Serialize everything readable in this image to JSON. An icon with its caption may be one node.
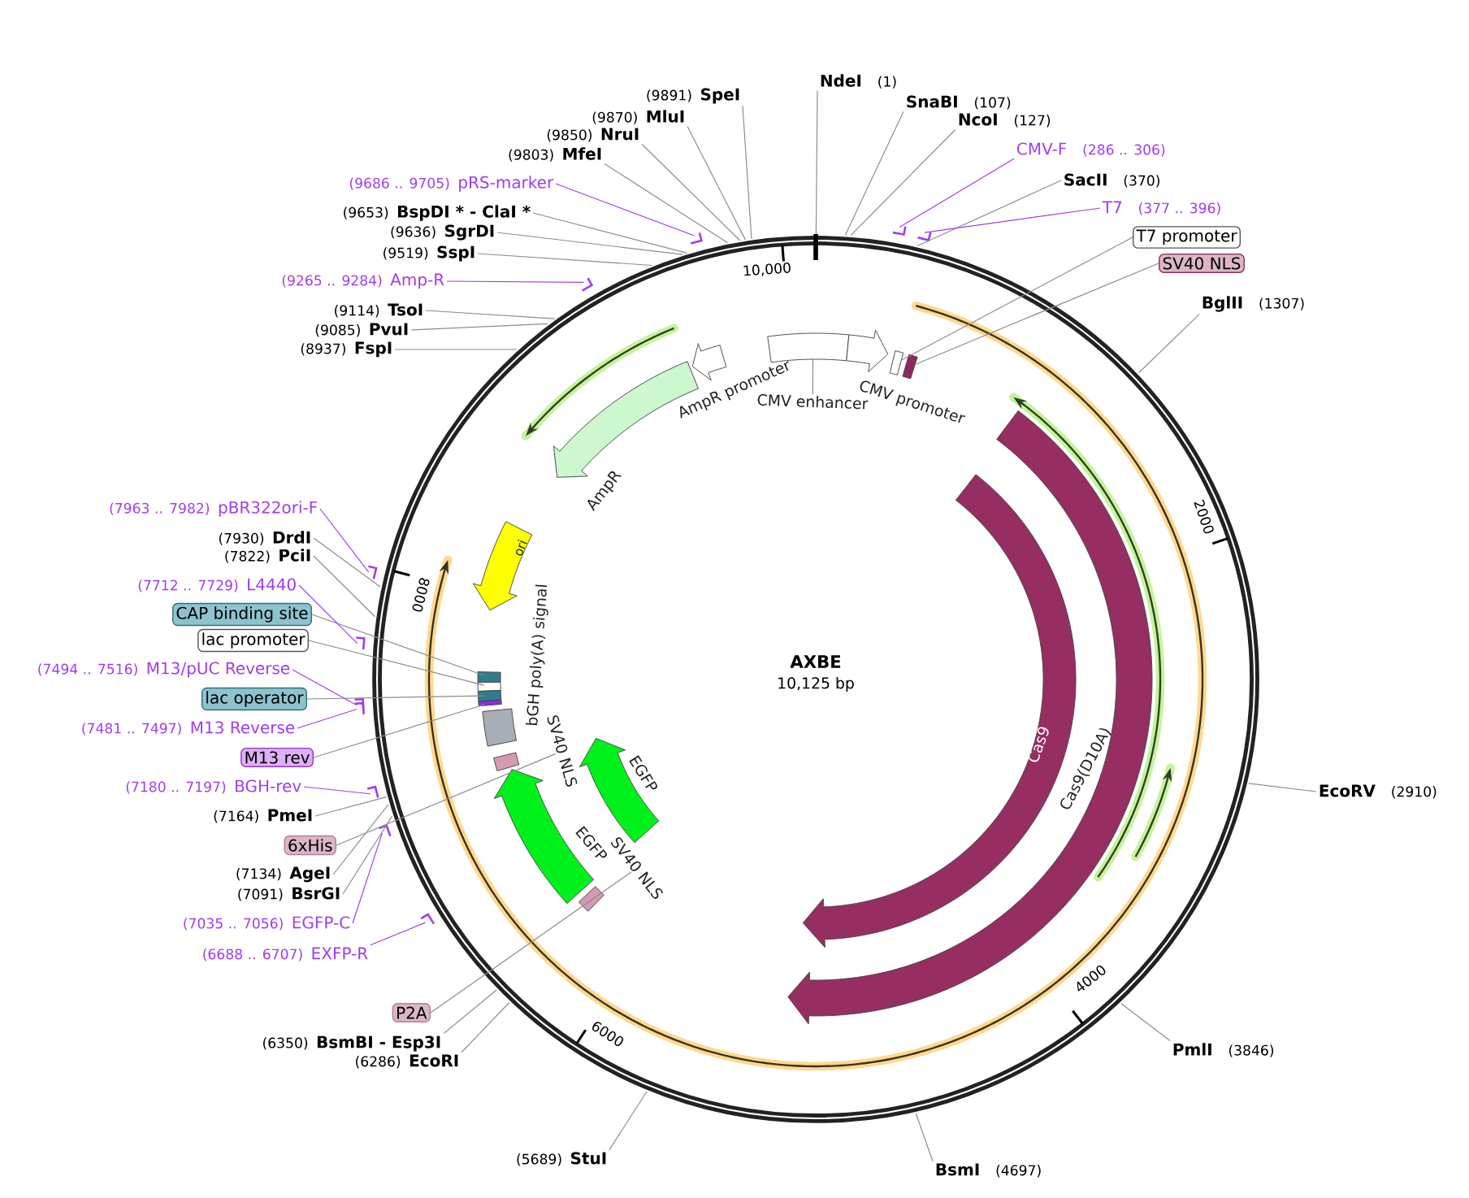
{
  "diagram": {
    "title": "AXBE",
    "nodes": [
      {
        "text": [
          "NdeI"
        ],
        "beside": [
          "(1)"
        ]
      },
      {
        "text": [
          "SnaBI"
        ],
        "beside": [
          "(107)"
        ]
      },
      {
        "text": [
          "NcoI"
        ],
        "beside": [
          "(127)"
        ]
      },
      {
        "text": [
          "CMV-F"
        ],
        "beside": [
          "(286 .. 306)"
        ]
      },
      {
        "text": [
          "SacII"
        ],
        "beside": [
          "(370)"
        ]
      },
      {
        "text": [
          "T7"
        ],
        "beside": [
          "(377 .. 396)"
        ]
      },
      {
        "text": [
          "T7 promoter"
        ]
      },
      {
        "text": [
          "SV40 NLS"
        ]
      },
      {
        "text": [
          "BglII"
        ],
        "beside": [
          "(1307)"
        ]
      },
      {
        "text": [
          "EcoRV"
        ],
        "beside": [
          "(2910)"
        ]
      },
      {
        "text": [
          "PmlI"
        ],
        "beside": [
          "(3846)"
        ]
      },
      {
        "text": [
          "BsmI"
        ],
        "beside": [
          "(4697)"
        ]
      },
      {
        "text": [
          "StuI"
        ],
        "beside": [
          "(5689)"
        ]
      },
      {
        "text": [
          "EcoRI"
        ],
        "beside": [
          "(6286)"
        ]
      },
      {
        "text": [
          "BsmBI  - Esp3I"
        ],
        "beside": [
          "(6350)"
        ]
      },
      {
        "text": [
          "P2A"
        ]
      },
      {
        "text": [
          "EXFP-R"
        ],
        "beside": [
          "(6688 .. 6707)"
        ]
      },
      {
        "text": [
          "EGFP-C"
        ],
        "beside": [
          "(7035 .. 7056)"
        ]
      },
      {
        "text": [
          "BsrGI"
        ],
        "beside": [
          "(7091)"
        ]
      },
      {
        "text": [
          "AgeI"
        ],
        "beside": [
          "(7134)"
        ]
      },
      {
        "text": [
          "6xHis"
        ]
      },
      {
        "text": [
          "PmeI"
        ],
        "beside": [
          "(7164)"
        ]
      },
      {
        "text": [
          "BGH-rev"
        ],
        "beside": [
          "(7180 .. 7197)"
        ]
      },
      {
        "text": [
          "M13 rev"
        ]
      },
      {
        "text": [
          "M13 Reverse"
        ],
        "beside": [
          "(7481 .. 7497)"
        ]
      },
      {
        "text": [
          "lac operator"
        ]
      },
      {
        "text": [
          "M13/pUC Reverse"
        ],
        "beside": [
          "(7494 .. 7516)"
        ]
      },
      {
        "text": [
          "lac promoter"
        ]
      },
      {
        "text": [
          "CAP binding site"
        ]
      },
      {
        "text": [
          "L4440"
        ],
        "beside": [
          "(7712 .. 7729)"
        ]
      },
      {
        "text": [
          "PciI"
        ],
        "beside": [
          "(7822)"
        ]
      },
      {
        "text": [
          "DrdI"
        ],
        "beside": [
          "(7930)"
        ]
      },
      {
        "text": [
          "pBR322ori-F"
        ],
        "beside": [
          "(7963 .. 7982)"
        ]
      },
      {
        "text": [
          "FspI"
        ],
        "beside": [
          "(8937)"
        ]
      },
      {
        "text": [
          "PvuI"
        ],
        "beside": [
          "(9085)"
        ]
      },
      {
        "text": [
          "TsoI"
        ],
        "beside": [
          "(9114)"
        ]
      },
      {
        "text": [
          "Amp-R"
        ],
        "beside": [
          "(9265 .. 9284)"
        ]
      },
      {
        "text": [
          "SspI"
        ],
        "beside": [
          "(9519)"
        ]
      },
      {
        "text": [
          "SgrDI"
        ],
        "beside": [
          "(9636)"
        ]
      },
      {
        "text": [
          "BspDI * - ClaI *"
        ],
        "beside": [
          "(9653)"
        ]
      },
      {
        "text": [
          "pRS-marker"
        ],
        "beside": [
          "(9686 .. 9705)"
        ]
      },
      {
        "text": [
          "MfeI"
        ],
        "beside": [
          "(9803)"
        ]
      },
      {
        "text": [
          "NruI"
        ],
        "beside": [
          "(9850)"
        ]
      },
      {
        "text": [
          "MluI"
        ],
        "beside": [
          "(9870)"
        ]
      },
      {
        "text": [
          "SpeI"
        ],
        "beside": [
          "(9891)"
        ]
      },
      {
        "text": [
          "CMV enhancer"
        ]
      },
      {
        "text": [
          "CMV promoter"
        ]
      },
      {
        "text": [
          "AmpR promoter"
        ]
      },
      {
        "text": [
          "AmpR"
        ]
      },
      {
        "text": [
          "ori"
        ]
      },
      {
        "text": [
          "bGH poly(A) signal"
        ]
      },
      {
        "text": [
          "SV40 NLS"
        ]
      },
      {
        "text": [
          "EGFP"
        ]
      },
      {
        "text": [
          "SV40 NLS"
        ]
      },
      {
        "text": [
          "EGFP"
        ]
      },
      {
        "text": [
          "Cas9"
        ]
      },
      {
        "text": [
          "Cas9(D10A)"
        ]
      },
      {
        "text": [],
        "shape": "box"
      },
      {
        "text": [],
        "shape": "box"
      },
      {
        "text": [],
        "shape": "box"
      },
      {
        "text": [],
        "shape": "box"
      },
      {
        "text": [],
        "shape": "box"
      },
      {
        "text": [],
        "shape": "box"
      }
    ],
    "edges": [
      {
        "from": 0,
        "to": null,
        "arrow": "none"
      },
      {
        "from": 1,
        "to": null,
        "arrow": "none"
      },
      {
        "from": 2,
        "to": null,
        "arrow": "none"
      },
      {
        "from": 3,
        "to": null,
        "arrow": "none",
        "color": "#a03cf0"
      },
      {
        "from": 4,
        "to": null,
        "arrow": "none"
      },
      {
        "from": 5,
        "to": null,
        "arrow": "none",
        "color": "#a03cf0"
      },
      {
        "from": 6,
        "to": 61,
        "arrow": "none"
      },
      {
        "from": 7,
        "to": 62,
        "arrow": "none"
      },
      {
        "from": 8,
        "to": null,
        "arrow": "none"
      },
      {
        "from": 9,
        "to": null,
        "arrow": "none"
      },
      {
        "from": 10,
        "to": null,
        "arrow": "none"
      },
      {
        "from": 11,
        "to": null,
        "arrow": "none"
      },
      {
        "from": 12,
        "to": null,
        "arrow": "none"
      },
      {
        "from": 13,
        "to": null,
        "arrow": "none"
      },
      {
        "from": 14,
        "to": null,
        "arrow": "none"
      },
      {
        "from": 15,
        "to": 53,
        "arrow": "none"
      },
      {
        "from": 16,
        "to": null,
        "arrow": "none",
        "color": "#a03cf0"
      },
      {
        "from": 17,
        "to": null,
        "arrow": "none",
        "color": "#a03cf0"
      },
      {
        "from": 18,
        "to": null,
        "arrow": "none"
      },
      {
        "from": 19,
        "to": null,
        "arrow": "none"
      },
      {
        "from": 20,
        "to": 51,
        "arrow": "none"
      },
      {
        "from": 21,
        "to": null,
        "arrow": "none"
      },
      {
        "from": 22,
        "to": null,
        "arrow": "none",
        "color": "#a03cf0"
      },
      {
        "from": 23,
        "to": 60,
        "arrow": "none"
      },
      {
        "from": 24,
        "to": null,
        "arrow": "none",
        "color": "#a03cf0"
      },
      {
        "from": 25,
        "to": 59,
        "arrow": "none"
      },
      {
        "from": 26,
        "to": null,
        "arrow": "none",
        "color": "#a03cf0"
      },
      {
        "from": 27,
        "to": 58,
        "arrow": "none"
      },
      {
        "from": 28,
        "to": 57,
        "arrow": "none"
      },
      {
        "from": 29,
        "to": null,
        "arrow": "none",
        "color": "#a03cf0"
      },
      {
        "from": 30,
        "to": null,
        "arrow": "none"
      },
      {
        "from": 31,
        "to": null,
        "arrow": "none"
      },
      {
        "from": 32,
        "to": null,
        "arrow": "none",
        "color": "#a03cf0"
      },
      {
        "from": 33,
        "to": null,
        "arrow": "none"
      },
      {
        "from": 34,
        "to": null,
        "arrow": "none"
      },
      {
        "from": 35,
        "to": null,
        "arrow": "none"
      },
      {
        "from": 36,
        "to": null,
        "arrow": "none",
        "color": "#a03cf0"
      },
      {
        "from": 37,
        "to": null,
        "arrow": "none"
      },
      {
        "from": 38,
        "to": null,
        "arrow": "none"
      },
      {
        "from": 39,
        "to": null,
        "arrow": "none"
      },
      {
        "from": 40,
        "to": null,
        "arrow": "none",
        "color": "#a03cf0"
      },
      {
        "from": 41,
        "to": null,
        "arrow": "none"
      },
      {
        "from": 42,
        "to": null,
        "arrow": "none"
      },
      {
        "from": 43,
        "to": null,
        "arrow": "none"
      },
      {
        "from": 44,
        "to": null,
        "arrow": "none"
      },
      {
        "from": 45,
        "to": null,
        "arrow": "none"
      }
    ],
    "labels": [
      "10,125 bp",
      "10,000",
      "2000",
      "4000",
      "6000",
      "8000"
    ]
  }
}
